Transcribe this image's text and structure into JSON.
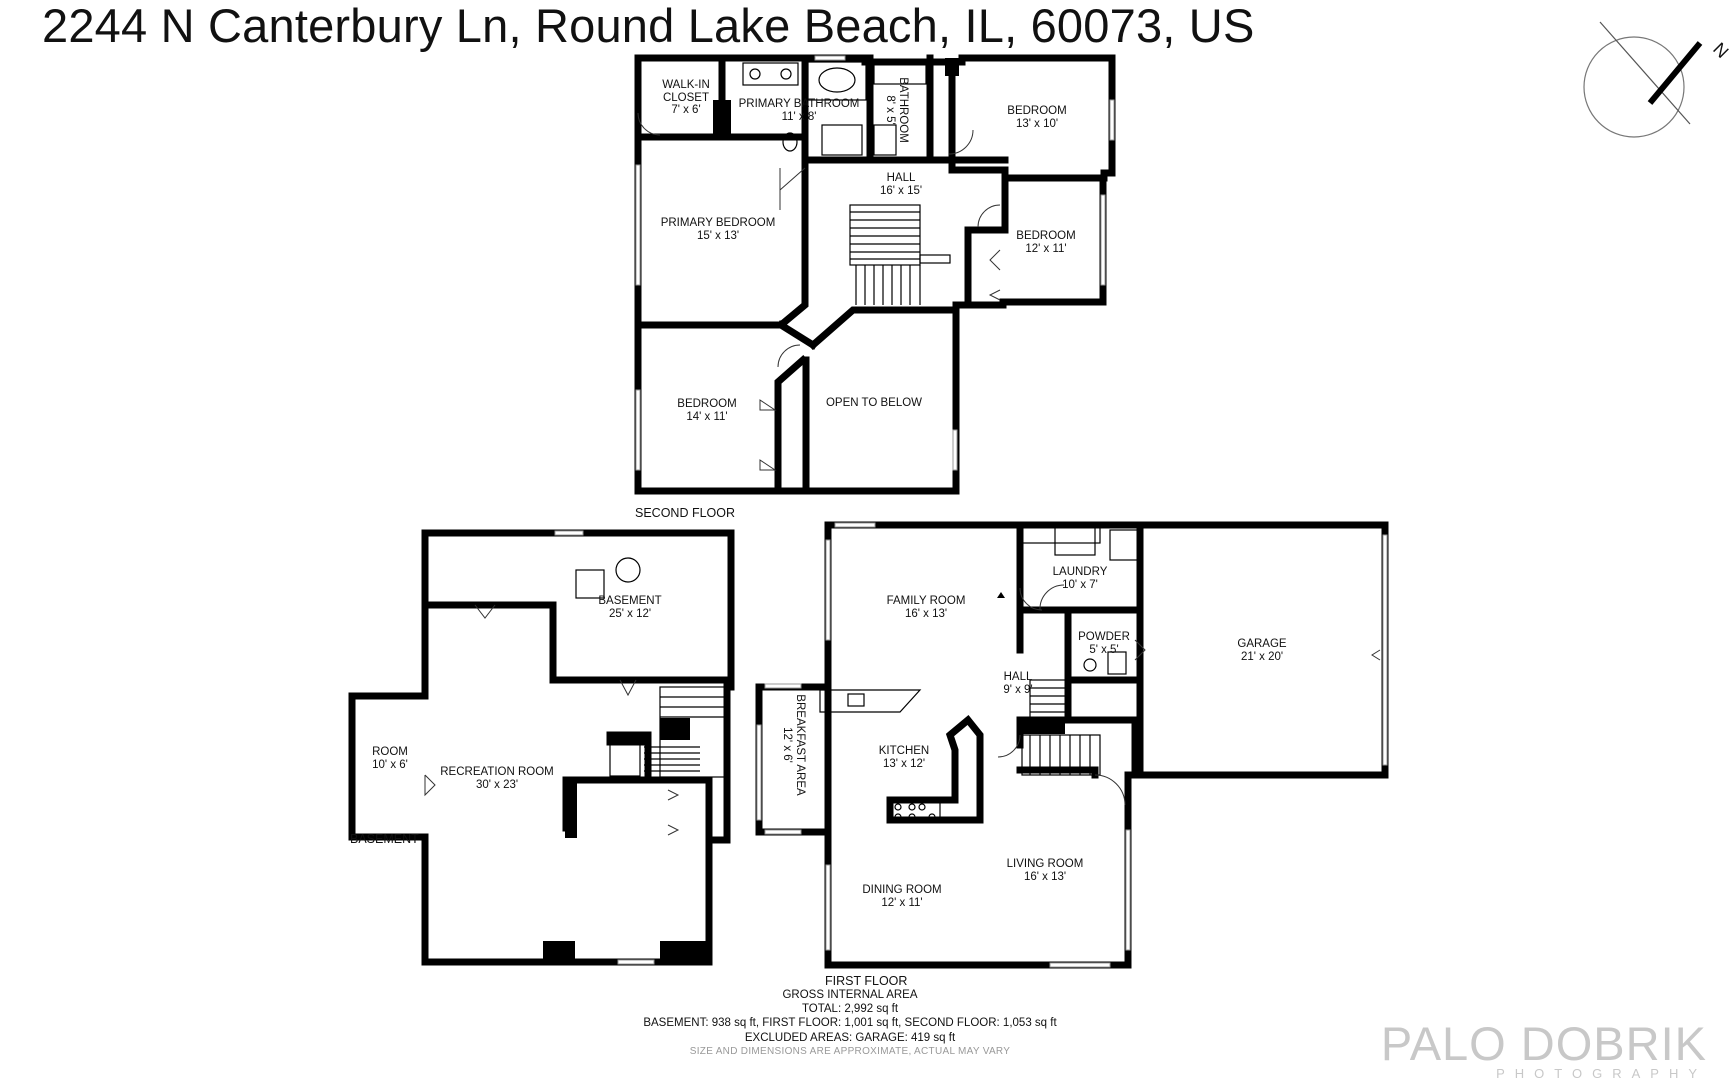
{
  "address": "2244 N Canterbury Ln, Round Lake Beach, IL, 60073, US",
  "compass_label": "N",
  "floors": {
    "second": "SECOND FLOOR",
    "basement": "BASEMENT",
    "first": "FIRST FLOOR"
  },
  "rooms": {
    "walkin_closet": {
      "name": "WALK-IN\nCLOSET",
      "dims": "7' x 6'"
    },
    "primary_bathroom": {
      "name": "PRIMARY BATHROOM",
      "dims": "11' x 8'"
    },
    "bathroom": {
      "name": "BATHROOM",
      "dims": "8' x 5'"
    },
    "bedroom_ne": {
      "name": "BEDROOM",
      "dims": "13' x 10'"
    },
    "hall_upper": {
      "name": "HALL",
      "dims": "16' x 15'"
    },
    "primary_bedroom": {
      "name": "PRIMARY BEDROOM",
      "dims": "15' x 13'"
    },
    "bedroom_e": {
      "name": "BEDROOM",
      "dims": "12' x 11'"
    },
    "bedroom_sw": {
      "name": "BEDROOM",
      "dims": "14' x 11'"
    },
    "open_to_below": {
      "name": "OPEN TO BELOW"
    },
    "basement_room": {
      "name": "BASEMENT",
      "dims": "25' x 12'"
    },
    "small_room": {
      "name": "ROOM",
      "dims": "10' x 6'"
    },
    "recreation_room": {
      "name": "RECREATION ROOM",
      "dims": "30' x 23'"
    },
    "family_room": {
      "name": "FAMILY ROOM",
      "dims": "16' x 13'"
    },
    "laundry": {
      "name": "LAUNDRY",
      "dims": "10' x 7'"
    },
    "garage": {
      "name": "GARAGE",
      "dims": "21' x 20'"
    },
    "powder": {
      "name": "POWDER",
      "dims": "5' x 5'"
    },
    "hall_lower": {
      "name": "HALL",
      "dims": "9' x 9'"
    },
    "breakfast_area": {
      "name": "BREAKFAST AREA",
      "dims": "12' x 6'"
    },
    "kitchen": {
      "name": "KITCHEN",
      "dims": "13' x 12'"
    },
    "living_room": {
      "name": "LIVING ROOM",
      "dims": "16' x 13'"
    },
    "dining_room": {
      "name": "DINING ROOM",
      "dims": "12' x 11'"
    }
  },
  "area_summary": {
    "heading": "GROSS INTERNAL AREA",
    "total": "TOTAL: 2,992 sq ft",
    "breakdown": "BASEMENT: 938 sq ft, FIRST FLOOR: 1,001 sq ft, SECOND FLOOR: 1,053 sq ft",
    "excluded": "EXCLUDED AREAS: GARAGE: 419 sq ft",
    "note": "SIZE AND DIMENSIONS ARE APPROXIMATE, ACTUAL MAY VARY"
  },
  "brand": {
    "name": "PALO DOBRIK",
    "sub": "PHOTOGRAPHY"
  }
}
